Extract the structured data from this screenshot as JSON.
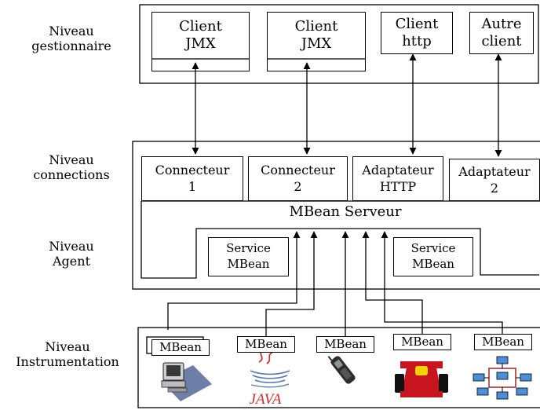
{
  "levels": {
    "manager": [
      "Niveau",
      "gestionnaire"
    ],
    "connections": [
      "Niveau",
      "connections"
    ],
    "agent": [
      "Niveau",
      "Agent"
    ],
    "instrumentation": [
      "Niveau",
      "Instrumentation"
    ]
  },
  "manager_clients": [
    [
      "Client",
      "JMX"
    ],
    [
      "Client",
      "JMX"
    ],
    [
      "Client",
      "http"
    ],
    [
      "Autre",
      "client"
    ]
  ],
  "connectors": [
    [
      "Connecteur",
      "1"
    ],
    [
      "Connecteur",
      "2"
    ],
    [
      "Adaptateur",
      "HTTP"
    ],
    [
      "Adaptateur",
      "2"
    ]
  ],
  "mbean_server": "MBean Serveur",
  "services": [
    [
      "Service",
      "MBean"
    ],
    [
      "Service",
      "MBean"
    ]
  ],
  "mbean_label": "MBean",
  "java_logo": "JAVA",
  "devices": [
    "computer-terminal",
    "java-logo",
    "mobile-phone",
    "formula-one-car",
    "computer-network"
  ]
}
